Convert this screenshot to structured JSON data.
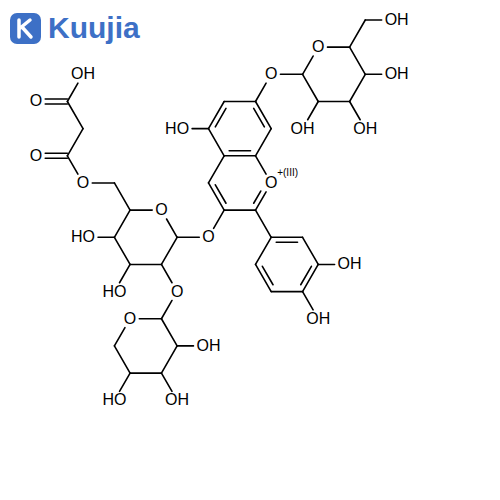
{
  "diagram": {
    "labels": [
      "Kuujia",
      "OH",
      "O",
      "O",
      "O",
      "OH",
      "OH",
      "O",
      "O",
      "HO",
      "OH",
      "OH",
      "O",
      "+(III)",
      "HO",
      "O",
      "O",
      "OH",
      "HO",
      "O",
      "OH",
      "O",
      "OH",
      "HO",
      "OH"
    ]
  }
}
